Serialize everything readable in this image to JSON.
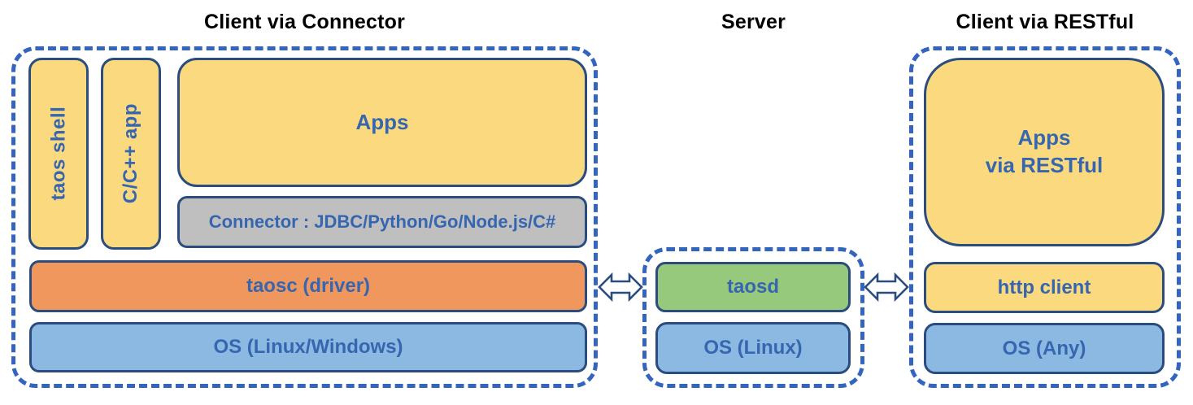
{
  "sections": {
    "connector_client": {
      "title": "Client via Connector",
      "boxes": {
        "taos_shell": "taos shell",
        "c_cpp_app": "C/C++ app",
        "apps": "Apps",
        "connector": "Connector : JDBC/Python/Go/Node.js/C#",
        "taosc": "taosc (driver)",
        "os": "OS (Linux/Windows)"
      }
    },
    "server": {
      "title": "Server",
      "boxes": {
        "taosd": "taosd",
        "os": "OS (Linux)"
      }
    },
    "restful_client": {
      "title": "Client via RESTful",
      "boxes": {
        "apps_line1": "Apps",
        "apps_line2": "via RESTful",
        "http_client": "http client",
        "os": "OS (Any)"
      }
    }
  },
  "icons": {
    "left_arrow": "bidirectional-arrow",
    "right_arrow": "bidirectional-arrow"
  },
  "colors": {
    "yellow_fill": "#fbd97e",
    "gray_fill": "#bfbfbf",
    "orange_fill": "#f0975d",
    "blue_fill": "#8cb9e2",
    "green_fill": "#97c97d",
    "box_border": "#2b4c7e",
    "dashed_border": "#3465be",
    "label_text": "#3666b0",
    "title_text": "#000000"
  }
}
